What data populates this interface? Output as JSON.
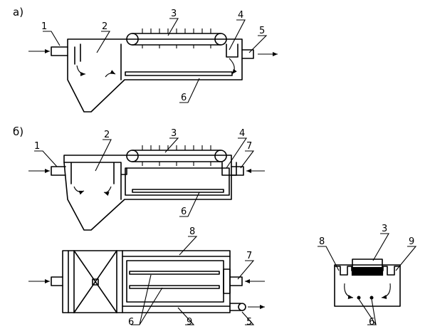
{
  "panels": {
    "a": {
      "letter": "а)"
    },
    "b": {
      "letter": "б)"
    }
  },
  "labels": {
    "n1": "1",
    "n2": "2",
    "n3": "3",
    "n4": "4",
    "n5": "5",
    "n6": "6",
    "n7": "7",
    "n8": "8",
    "n9": "9"
  }
}
